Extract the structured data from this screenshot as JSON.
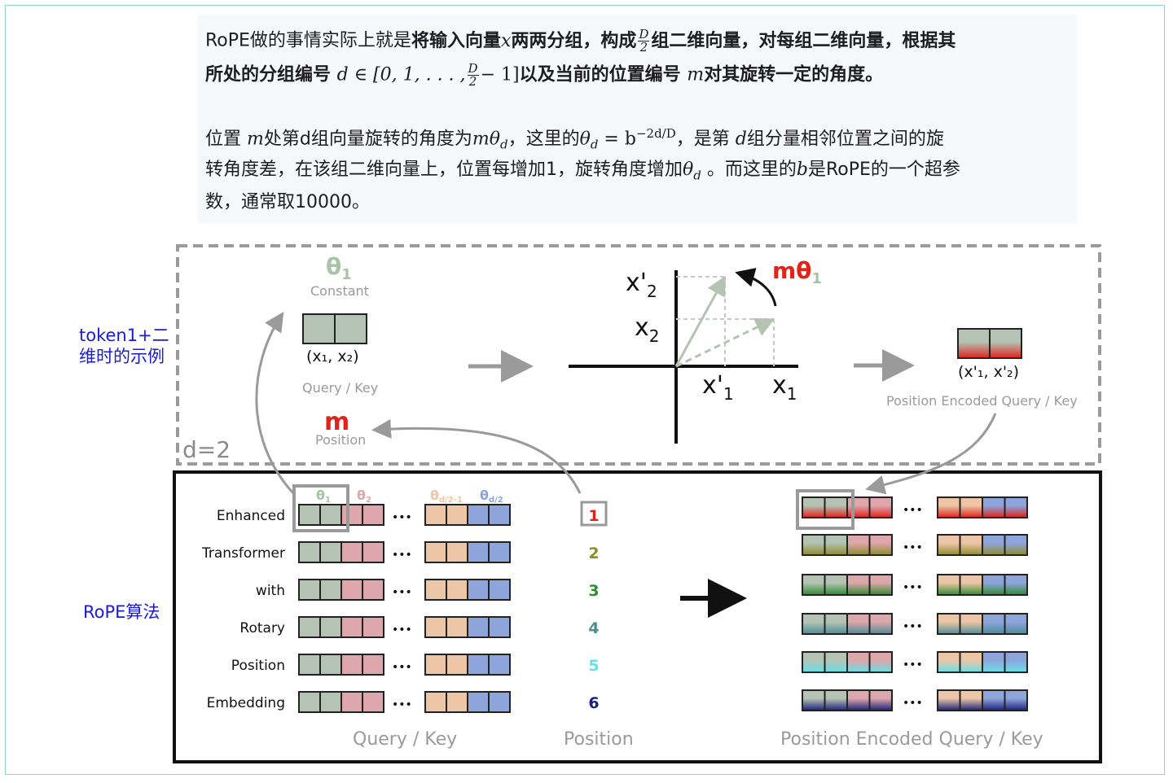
{
  "side_labels": {
    "example_line1": "token1+二",
    "example_line2": "维时的示例",
    "algorithm": "RoPE算法"
  },
  "description": {
    "p1_a": "RoPE做的事情实际上就是",
    "p1_b": "将输入向量",
    "p1_x": "x",
    "p1_c": "两两分组，构成",
    "p1_frac_num": "D",
    "p1_frac_den": "2",
    "p1_d": "组二维向量，对每组二维向量，根据其",
    "p2_a": "所处的分组编号 ",
    "p2_math": "d ∈ [0, 1, . . . ,",
    "p2_frac_num": "D",
    "p2_frac_den": "2",
    "p2_math2": "− 1]",
    "p2_b": "以及当前的位置编号 ",
    "p2_m": "m",
    "p2_c": "对其旋转一定的角度。",
    "p3_a": "位置 ",
    "p3_m": "m",
    "p3_b": "处第d组向量旋转的角度为",
    "p3_mtheta": "mθ",
    "p3_sub_d": "d",
    "p3_c": "，这里的",
    "p3_theta": "θ",
    "p3_sub_d2": "d",
    "p3_eq": " = b",
    "p3_sup": "−2d/D",
    "p3_d": "，是第 ",
    "p3_dvar": "d",
    "p3_e": "组分量相邻位置之间的旋",
    "p4_a": "转角度差，在该组二维向量上，位置每增加1，旋转角度增加",
    "p4_theta": "θ",
    "p4_sub": "d",
    "p4_b": " 。而这里的",
    "p4_bvar": "b",
    "p4_c": "是RoPE的一个超参",
    "p5": "数，通常取10000。"
  },
  "example": {
    "theta1_label": "θ",
    "theta1_sub": "1",
    "constant": "Constant",
    "pair_label": "(x₁, x₂)",
    "query_key": "Query / Key",
    "m_label": "m",
    "position": "Position",
    "d2": "d=2",
    "axis_x2p": "x'",
    "axis_x2p_sub": "2",
    "axis_x2": "x",
    "axis_x2_sub": "2",
    "axis_x1p": "x'",
    "axis_x1p_sub": "1",
    "axis_x1": "x",
    "axis_x1_sub": "1",
    "rot_label": "mθ",
    "rot_sub": "1",
    "out_pair": "(x'₁, x'₂)",
    "out_label": "Position Encoded Query / Key"
  },
  "algorithm": {
    "tokens": [
      "Enhanced",
      "Transformer",
      "with",
      "Rotary",
      "Position",
      "Embedding"
    ],
    "positions": [
      "1",
      "2",
      "3",
      "4",
      "5",
      "6"
    ],
    "position_colors": [
      "#e0201a",
      "#8d8a2c",
      "#2e8b2e",
      "#4a8c9a",
      "#66e0e8",
      "#1a1f7a"
    ],
    "header": {
      "t1": "θ",
      "t1s": "1",
      "t2": "θ",
      "t2s": "2",
      "t3": "θ",
      "t3s": "d/2-1",
      "t4": "θ",
      "t4s": "d/2"
    },
    "ellipsis": "•••",
    "query_key": "Query / Key",
    "position": "Position",
    "encoded": "Position Encoded Query / Key"
  },
  "colors": {
    "green": "#b4c3b4",
    "pink": "#dea7ab",
    "peach": "#ecc6a6",
    "blue": "#8ea5dc",
    "label_green": "#a8c4a6",
    "label_red": "#e2231a",
    "label_gray": "#9a9a9a",
    "side_blue": "#1a1adb"
  }
}
